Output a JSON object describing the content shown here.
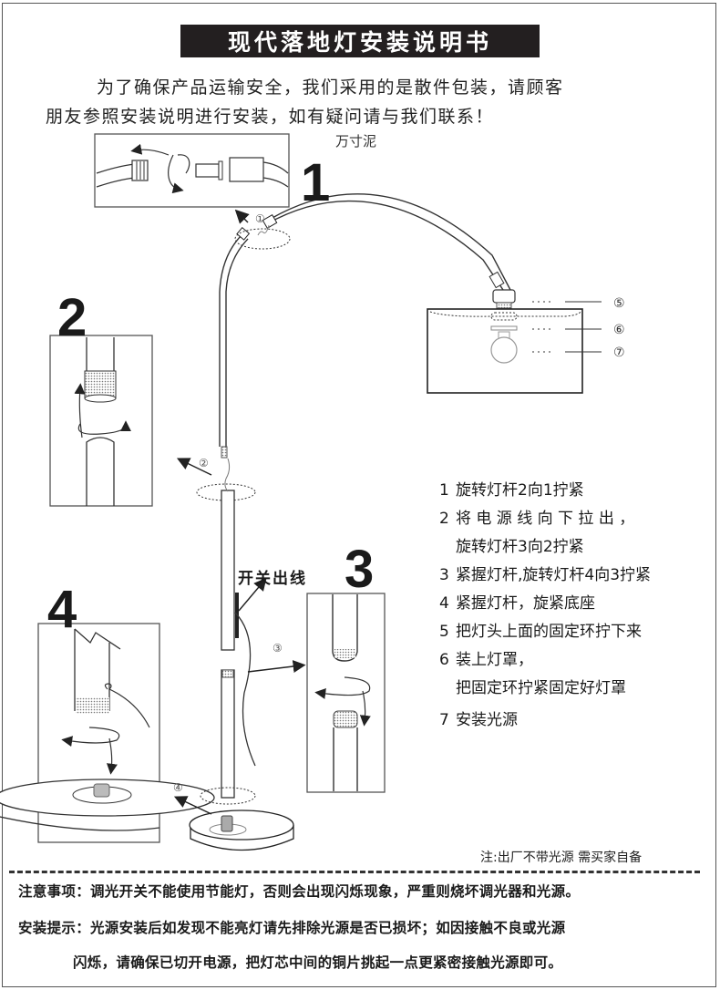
{
  "title": "现代落地灯安装说明书",
  "intro": {
    "line1": "为了确保产品运输安全，我们采用的是散件包装，请顾客",
    "line2": "朋友参照安装说明进行安装，如有疑问请与我们联系！"
  },
  "watermark": "万寸泥",
  "diagram": {
    "step_numbers": [
      "1",
      "2",
      "3",
      "4"
    ],
    "markers": [
      "①",
      "②",
      "③",
      "④",
      "⑤",
      "⑥",
      "⑦"
    ],
    "switch_wire_label": "开关出线"
  },
  "instructions": [
    {
      "num": "1",
      "lines": [
        "旋转灯杆2向1拧紧"
      ]
    },
    {
      "num": "2",
      "lines": [
        "将 电 源 线 向 下 拉 出 ，",
        "旋转灯杆3向2拧紧"
      ]
    },
    {
      "num": "3",
      "lines": [
        "紧握灯杆,旋转灯杆4向3拧紧"
      ]
    },
    {
      "num": "4",
      "lines": [
        "紧握灯杆，旋紧底座"
      ]
    },
    {
      "num": "5",
      "lines": [
        "把灯头上面的固定环拧下来"
      ]
    },
    {
      "num": "6",
      "lines": [
        "装上灯罩，",
        "把固定环拧紧固定好灯罩"
      ]
    },
    {
      "num": "7",
      "lines": [
        "安装光源"
      ]
    }
  ],
  "bulb_note": "注:出厂不带光源   需买家自备",
  "notices": {
    "caution": "注意事项：调光开关不能使用节能灯，否则会出现闪烁现象，严重则烧坏调光器和光源。",
    "tip_line1": "安装提示：光源安装后如发现不能亮灯请先排除光源是否已损坏；如因接触不良或光源",
    "tip_line2": "闪烁，请确保已切开电源，把灯芯中间的铜片挑起一点更紧密接触光源即可。"
  }
}
